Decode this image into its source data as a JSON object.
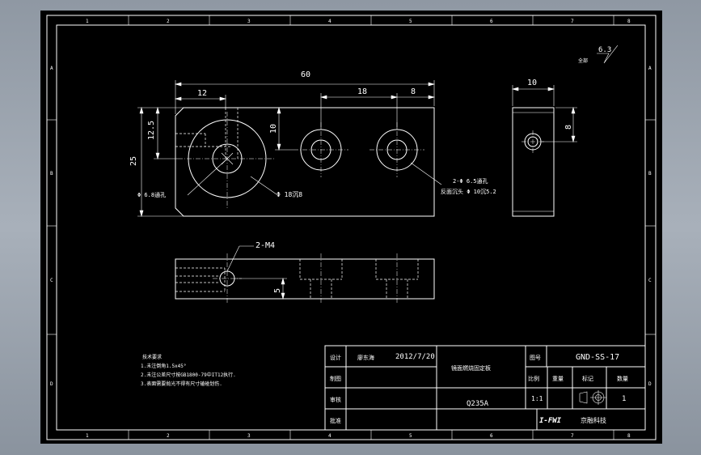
{
  "grid": {
    "columns": [
      "1",
      "2",
      "3",
      "4",
      "5",
      "6",
      "7",
      "8"
    ],
    "rows": [
      "A",
      "B",
      "C",
      "D"
    ]
  },
  "surface_finish": {
    "label": "全部",
    "value": "6.3"
  },
  "dimensions": {
    "overall_length": "60",
    "left_offset": "12",
    "hole_spacing": "18",
    "right_offset": "8",
    "height_total": "25",
    "height_half": "12.5",
    "depth_10": "10",
    "side_width": "10",
    "side_height": "8",
    "front_height": "5"
  },
  "callouts": {
    "hole_thru": "Φ 6.8通孔",
    "counterbore": "Φ 18沉8",
    "two_holes_line1": "2-Φ 6.5通孔",
    "two_holes_line2": "反面沉头  Φ 10沉5.2",
    "thread": "2-M4"
  },
  "notes": {
    "title": "技术要求",
    "items": [
      "1.未注倒角1.5x45°",
      "2.未注公差尺寸按GB1800-79中IT12执行.",
      "3.表面需要抛光不得有尺寸磕碰划伤."
    ]
  },
  "title_block": {
    "design_label": "设计",
    "designer": "廖东海",
    "date": "2012/7/20",
    "drawing_label": "制图",
    "review_label": "审核",
    "approve_label": "批准",
    "part_name": "镜面燃烧固定板",
    "material": "Q235A",
    "drawing_no_label": "图号",
    "drawing_no": "GND-SS-17",
    "scale_label": "比例",
    "weight_label": "重量",
    "mark_label": "标记",
    "qty_label": "数量",
    "scale": "1:1",
    "qty": "1",
    "company_logo": "I-FWI",
    "company": "京融科技"
  }
}
